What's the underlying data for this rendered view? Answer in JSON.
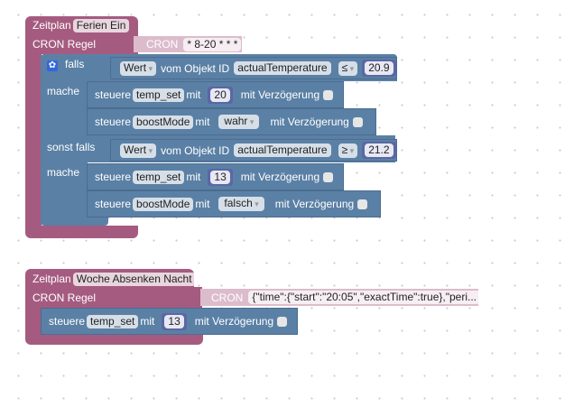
{
  "block1": {
    "label": "Zeitplan",
    "name": "Ferien Ein",
    "cron_label": "CRON Regel",
    "cron_kw": "CRON",
    "cron_value": "* 8-20 * * *",
    "if_label": "falls",
    "do_label": "mache",
    "elseif_label": "sonst falls",
    "cond1": {
      "mode": "Wert",
      "of": "vom Objekt ID",
      "id": "actualTemperature",
      "op": "≤",
      "value": "20.9"
    },
    "cond2": {
      "mode": "Wert",
      "of": "vom Objekt ID",
      "id": "actualTemperature",
      "op": "≥",
      "value": "21.2"
    },
    "s1": {
      "kw": "steuere",
      "var": "temp_set",
      "with": "mit",
      "value": "20",
      "delay": "mit Verzögerung"
    },
    "s2": {
      "kw": "steuere",
      "var": "boostMode",
      "with": "mit",
      "value": "wahr",
      "delay": "mit Verzögerung"
    },
    "s3": {
      "kw": "steuere",
      "var": "temp_set",
      "with": "mit",
      "value": "13",
      "delay": "mit Verzögerung"
    },
    "s4": {
      "kw": "steuere",
      "var": "boostMode",
      "with": "mit",
      "value": "falsch",
      "delay": "mit Verzögerung"
    }
  },
  "block2": {
    "label": "Zeitplan",
    "name": "Woche Absenken Nacht",
    "cron_label": "CRON Regel",
    "cron_kw": "CRON",
    "cron_value": "{\"time\":{\"start\":\"20:05\",\"exactTime\":true},\"peri...",
    "s1": {
      "kw": "steuere",
      "var": "temp_set",
      "with": "mit",
      "value": "13",
      "delay": "mit Verzögerung"
    }
  }
}
